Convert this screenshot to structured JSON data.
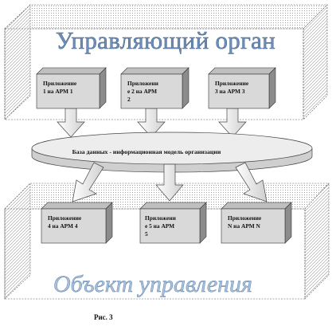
{
  "control_organ": {
    "title": "Управляющий орган",
    "apps": [
      {
        "line1": "Приложение",
        "line2": "1 на АРМ 1"
      },
      {
        "line1": "Приложени",
        "line2": "е 2 на АРМ",
        "line3": "2"
      },
      {
        "line1": "Приложение",
        "line2": "3 на АРМ 3"
      }
    ]
  },
  "database": {
    "label": "База данных - информационная модель организации"
  },
  "control_object": {
    "title": "Объект управления",
    "apps": [
      {
        "line1": "Приложение",
        "line2": "4 на АРМ 4"
      },
      {
        "line1": "Приложени",
        "line2": "е 5 на АРМ",
        "line3": "5"
      },
      {
        "line1": "Приложение",
        "line2": "N на АРМ N"
      }
    ]
  },
  "caption": "Рис. 3",
  "colors": {
    "box_fill": "#d9d9d9",
    "box_side": "#8c8c8c",
    "box_top": "#bfbfbf",
    "ellipse_fill": "#ededed",
    "hatch": "#9a9a9a"
  }
}
